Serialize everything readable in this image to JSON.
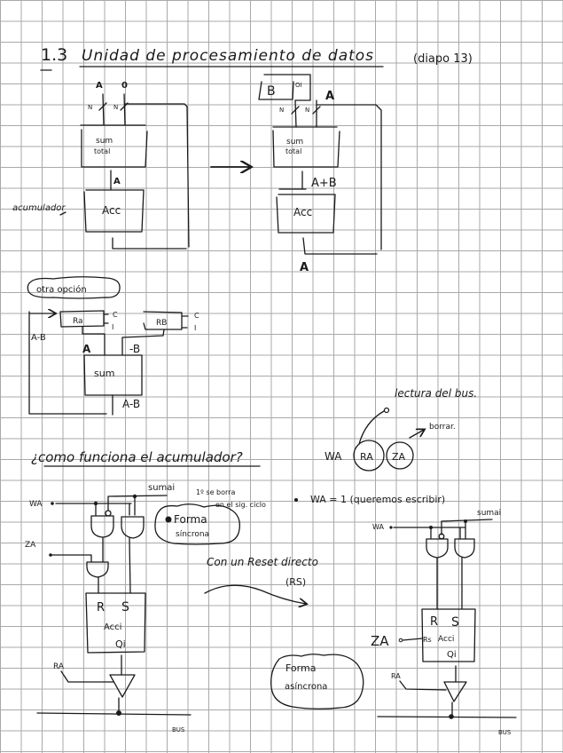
{
  "page": {
    "section_number": "1.3",
    "title": "Unidad de procesamiento de datos",
    "slide_ref": "(diapo 13)"
  },
  "diagram1": {
    "input_a": "A",
    "input_b": "0",
    "bus_width_a": "N",
    "bus_width_b": "N",
    "adder_line1": "sum",
    "adder_line2": "total",
    "adder_out": "A",
    "acc_label": "Acc",
    "acc_side_label": "acumulador"
  },
  "diagram2": {
    "input_b": "B",
    "input_b_tag": "OI",
    "input_a": "A",
    "bus_width_a": "N",
    "bus_width_b": "N",
    "adder_line1": "sum",
    "adder_line2": "total",
    "adder_out": "A+B",
    "acc_label": "Acc",
    "acc_out": "A"
  },
  "other_option": {
    "tag": "otra opción",
    "reg_a": "Ra",
    "reg_a_c": "C",
    "reg_a_i": "I",
    "reg_b": "RB",
    "reg_b_c": "C",
    "reg_b_i": "I",
    "feedback_label": "A-B",
    "in_a": "A",
    "in_b": "-B",
    "adder": "sum",
    "adder_out": "A-B"
  },
  "bus_notes": {
    "read_note": "lectura del bus.",
    "clear_note": "borrar.",
    "wa": "WA",
    "ra": "RA",
    "za": "ZA"
  },
  "question": "¿como funciona el acumulador?",
  "sync_circuit": {
    "wa": "WA",
    "sumai": "sumai",
    "za": "ZA",
    "r": "R",
    "s": "S",
    "acc": "Acci",
    "q": "Qi",
    "ra": "RA",
    "bus": "BUS",
    "note_line1": "1º se borra",
    "note_line2": "en el sig. ciclo",
    "cloud_line1": "Forma",
    "cloud_line2": "síncrona"
  },
  "write_note": "WA = 1 (queremos escribir)",
  "reset_note": {
    "line1": "Con un Reset directo",
    "line2": "(RS)"
  },
  "async_circuit": {
    "wa": "WA",
    "sumai": "sumai",
    "za": "ZA",
    "rs": "Rs",
    "r": "R",
    "s": "S",
    "acc": "Acci",
    "q": "Qi",
    "ra": "RA",
    "bus": "BUS",
    "cloud_line1": "Forma",
    "cloud_line2": "asíncrona"
  }
}
